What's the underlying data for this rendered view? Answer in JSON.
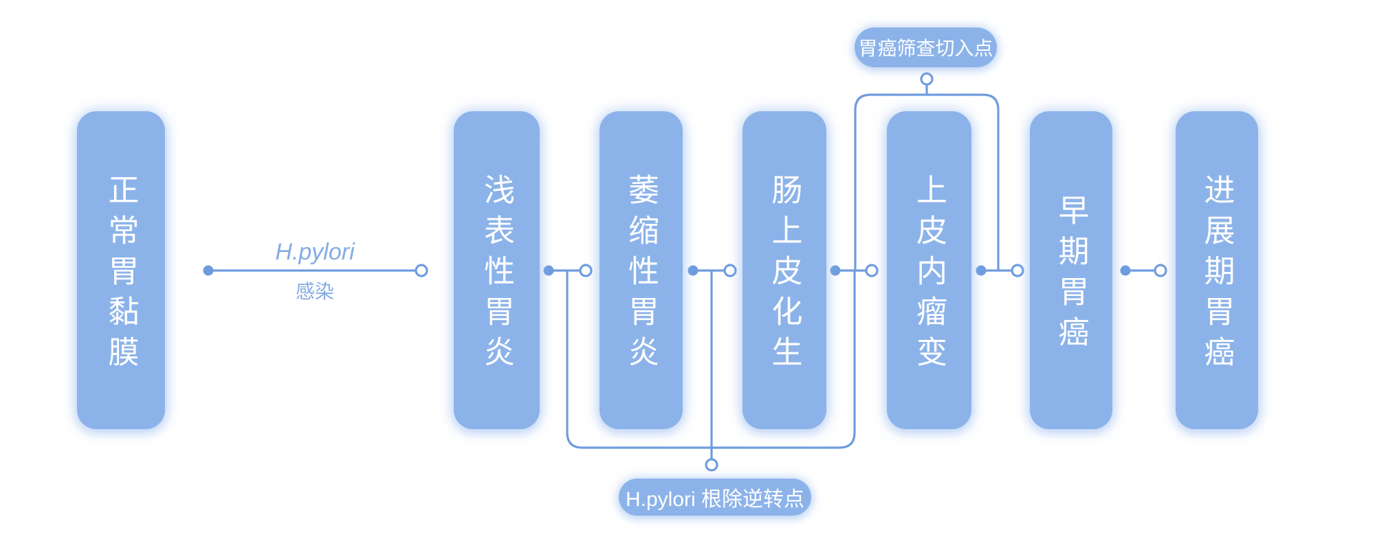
{
  "diagram": {
    "stages": [
      {
        "id": "normal-gastric-mucosa",
        "label": "正常胃黏膜"
      },
      {
        "id": "superficial-gastritis",
        "label": "浅表性胃炎"
      },
      {
        "id": "atrophic-gastritis",
        "label": "萎缩性胃炎"
      },
      {
        "id": "intestinal-metaplasia",
        "label": "肠上皮化生"
      },
      {
        "id": "intraepithelial-neoplasia",
        "label": "上皮内瘤变"
      },
      {
        "id": "early-gastric-cancer",
        "label": "早期胃癌"
      },
      {
        "id": "advanced-gastric-cancer",
        "label": "进展期胃癌"
      }
    ],
    "infection_connector": {
      "line1": "H.pylori",
      "line2": "感染"
    },
    "annotations": {
      "screening_entry": "胃癌筛查切入点",
      "eradication_reversal": "H.pylori 根除逆转点"
    },
    "colors": {
      "node_fill": "#8CB3E9",
      "node_text": "#FFFFFF",
      "connector": "#6E9CDE",
      "label_text": "#85ACE4",
      "background": "#FFFFFF"
    }
  }
}
